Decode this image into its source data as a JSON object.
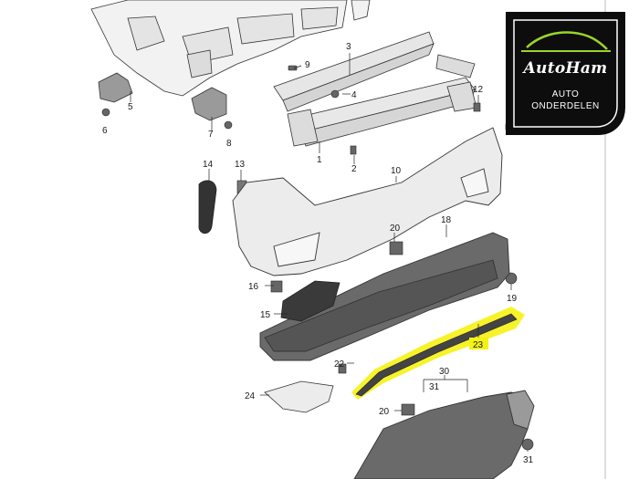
{
  "logo": {
    "brand": "AutoHam",
    "line1": "AUTO",
    "line2": "ONDERDELEN",
    "accent_color": "#9bd42a"
  },
  "highlight_color": "#f5f214",
  "parts": [
    {
      "id": "p1",
      "label": "1"
    },
    {
      "id": "p2",
      "label": "2"
    },
    {
      "id": "p3",
      "label": "3"
    },
    {
      "id": "p4",
      "label": "4"
    },
    {
      "id": "p5",
      "label": "5"
    },
    {
      "id": "p6",
      "label": "6"
    },
    {
      "id": "p7",
      "label": "7"
    },
    {
      "id": "p8",
      "label": "8"
    },
    {
      "id": "p9",
      "label": "9"
    },
    {
      "id": "p10",
      "label": "10"
    },
    {
      "id": "p12",
      "label": "12"
    },
    {
      "id": "p13",
      "label": "13"
    },
    {
      "id": "p14",
      "label": "14"
    },
    {
      "id": "p15",
      "label": "15"
    },
    {
      "id": "p16",
      "label": "16"
    },
    {
      "id": "p18",
      "label": "18"
    },
    {
      "id": "p19",
      "label": "19"
    },
    {
      "id": "p20a",
      "label": "20"
    },
    {
      "id": "p20b",
      "label": "20"
    },
    {
      "id": "p22",
      "label": "22"
    },
    {
      "id": "p23",
      "label": "23"
    },
    {
      "id": "p24",
      "label": "24"
    },
    {
      "id": "p30",
      "label": "30"
    },
    {
      "id": "p31a",
      "label": "31"
    },
    {
      "id": "p31b",
      "label": "31"
    }
  ]
}
